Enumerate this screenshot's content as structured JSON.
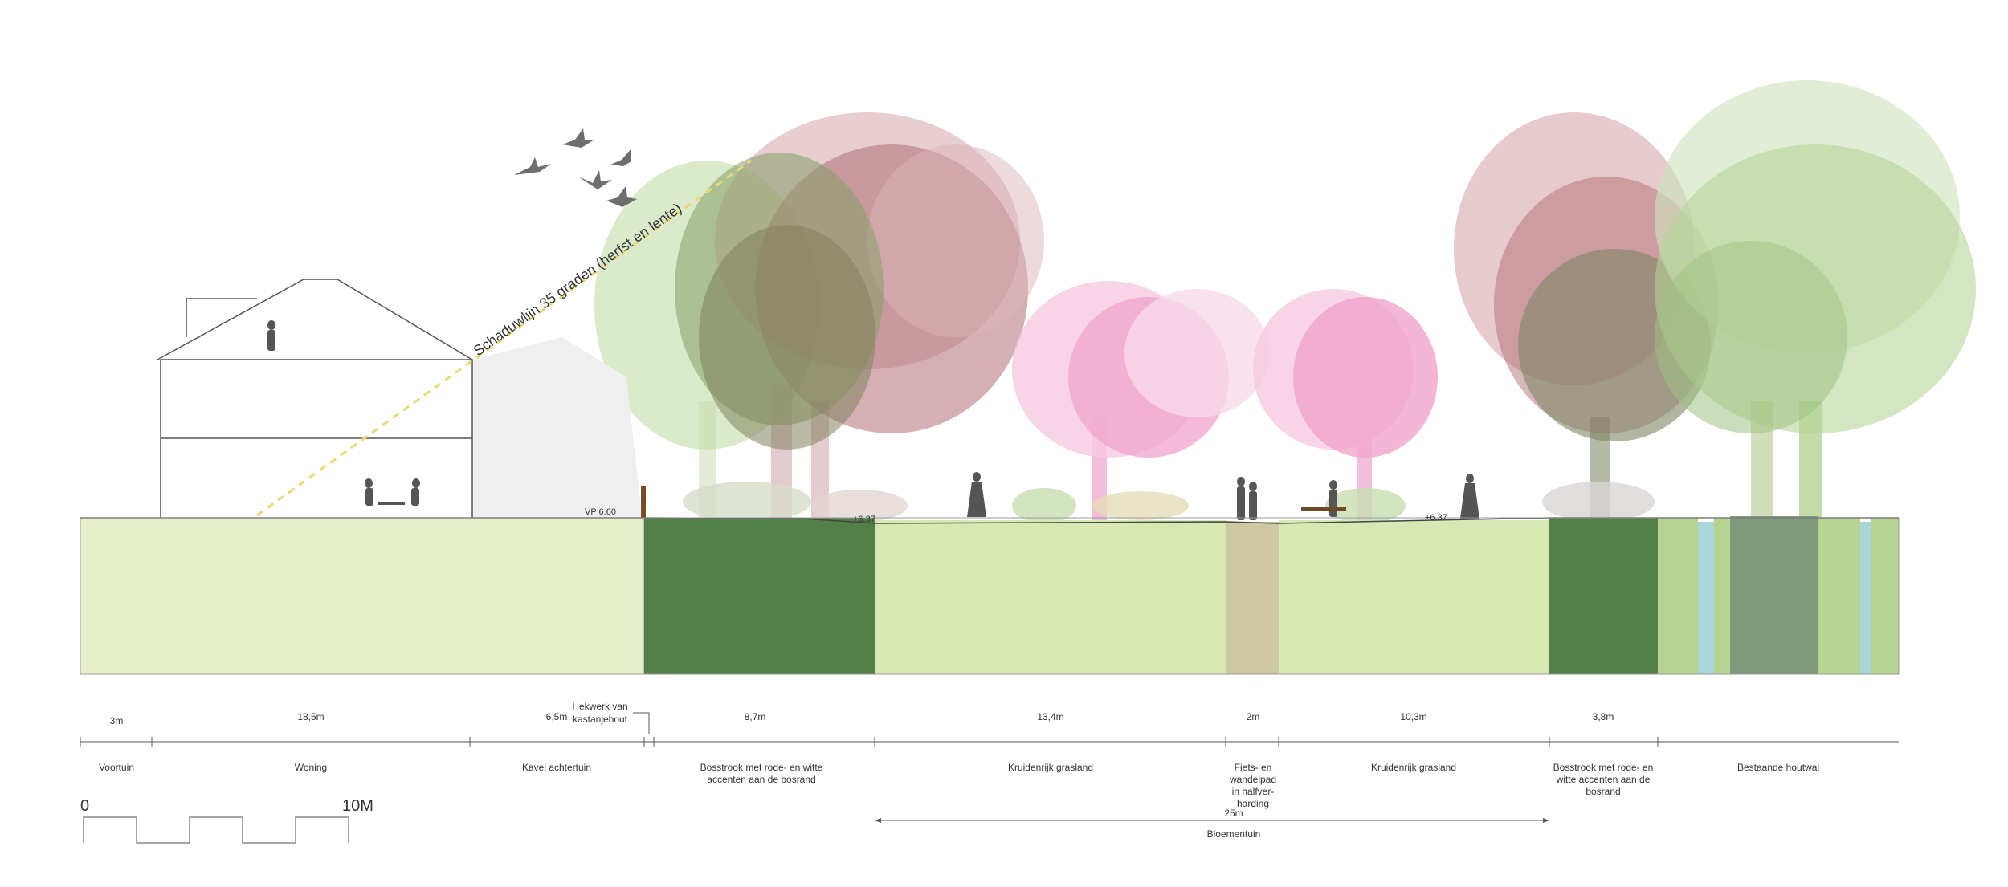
{
  "annotations": {
    "shadow_line": "Schaduwlijn 35 graden (herfst en lente)",
    "vp": "VP 6.60",
    "level_left": "+6.37",
    "level_right": "+6.37",
    "fence_label_1": "Hekwerk van",
    "fence_label_2": "kastanjehout"
  },
  "dimensions": [
    "3m",
    "18,5m",
    "6,5m",
    "8,7m",
    "13,4m",
    "2m",
    "10,3m",
    "3,8m"
  ],
  "zones": {
    "voortuin": "Voortuin",
    "woning": "Woning",
    "kavel": "Kavel achtertuin",
    "bosstrook1": [
      "Bosstrook met rode- en witte",
      "accenten aan de bosrand"
    ],
    "kruiden1": "Kruidenrijk grasland",
    "pad": [
      "Fiets- en",
      "wandelpad",
      "in halfver-",
      "harding"
    ],
    "kruiden2": "Kruidenrijk grasland",
    "bosstrook2": [
      "Bosstrook met rode- en",
      "witte accenten aan de",
      "bosrand"
    ],
    "houtwal": "Bestaande houtwal"
  },
  "bloementuin": {
    "dimension": "25m",
    "label": "Bloementuin"
  },
  "scale": {
    "start": "0",
    "end": "10M"
  },
  "colors": {
    "light_green": "#e6efc9",
    "grass_green": "#d7e8b3",
    "forest_green": "#538048",
    "path_beige": "#cdc9a3",
    "hedge_green": "#b6d48f",
    "water_blue": "#a9d6d8",
    "houtwal_green": "#7e9a7a",
    "tree_pink": "#ef9ac6",
    "tree_red": "#a3565e",
    "tree_green": "#8fb86c"
  }
}
